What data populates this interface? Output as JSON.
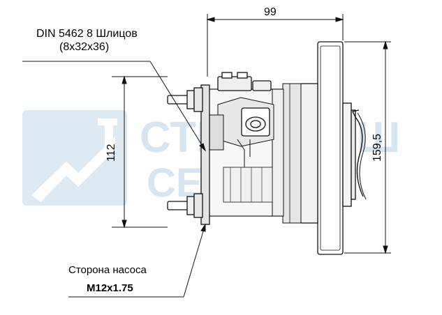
{
  "dimensions": {
    "width_top": "99",
    "height_left": "112",
    "height_right": "159,5"
  },
  "callouts": {
    "spline_line1": "DIN 5462 8 Шлицов",
    "spline_line2": "(8x32x36)",
    "pump_side": "Сторона насоса",
    "thread": "M12x1.75"
  },
  "watermark": {
    "line1": "СТРОЙМАШ",
    "line2": "СЕРВИС",
    "color": "#cfe0ee"
  },
  "colors": {
    "line": "#111111",
    "shade_light": "#ececec",
    "shade_mid": "#d6d6d6"
  }
}
